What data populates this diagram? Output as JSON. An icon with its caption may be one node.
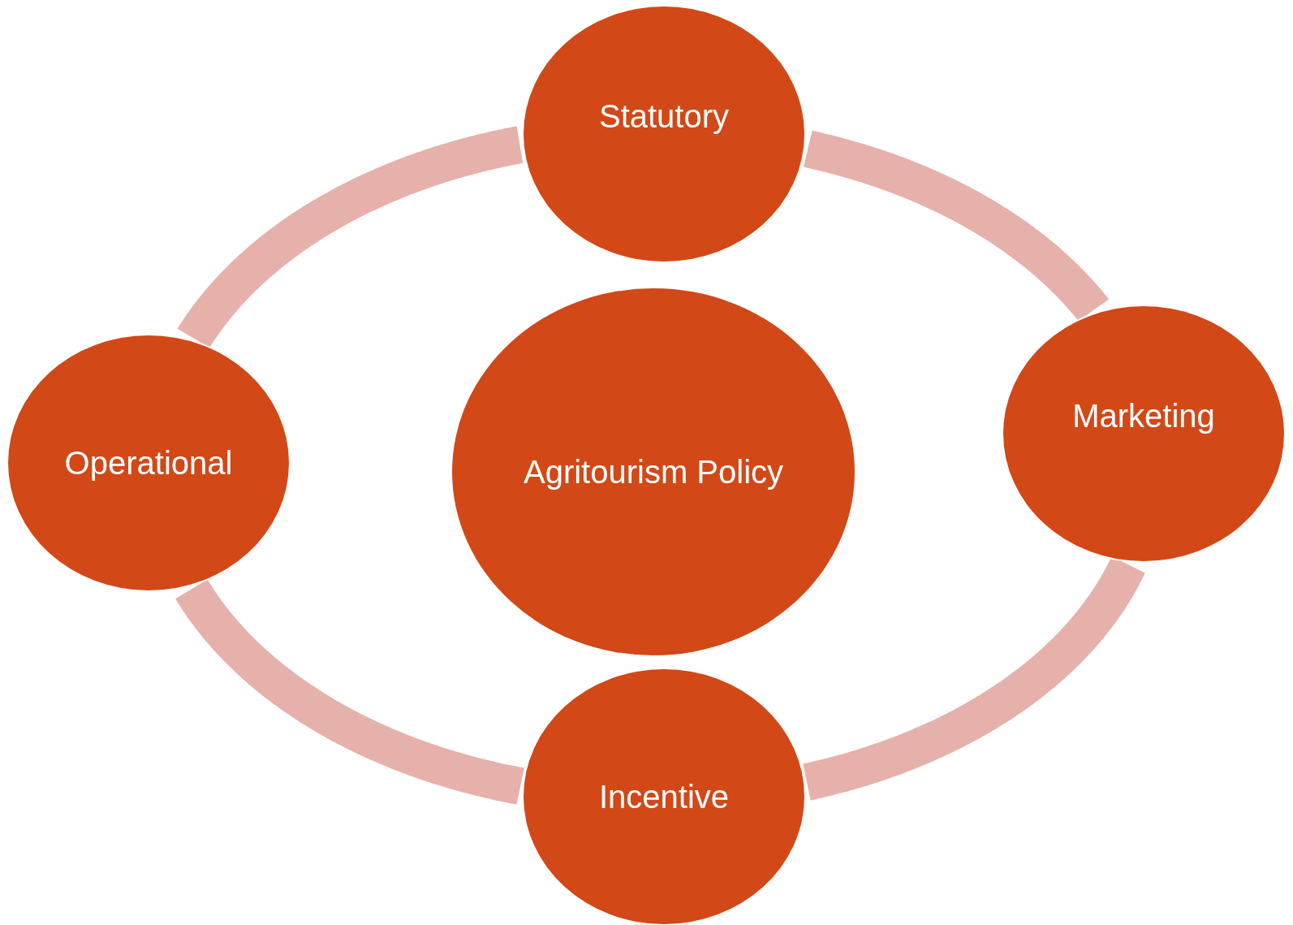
{
  "diagram": {
    "nodes": [
      {
        "text": [
          "Statutory"
        ]
      },
      {
        "text": [
          "Operational"
        ]
      },
      {
        "text": [
          "Agritourism Policy"
        ]
      },
      {
        "text": [
          "Marketing"
        ]
      },
      {
        "text": [
          "Incentive"
        ]
      }
    ],
    "edges": [
      {
        "from": 0,
        "to": 3,
        "arrow": "none"
      },
      {
        "from": 3,
        "to": 4,
        "arrow": "none"
      },
      {
        "from": 4,
        "to": 1,
        "arrow": "none"
      },
      {
        "from": 1,
        "to": 0,
        "arrow": "none"
      }
    ]
  }
}
